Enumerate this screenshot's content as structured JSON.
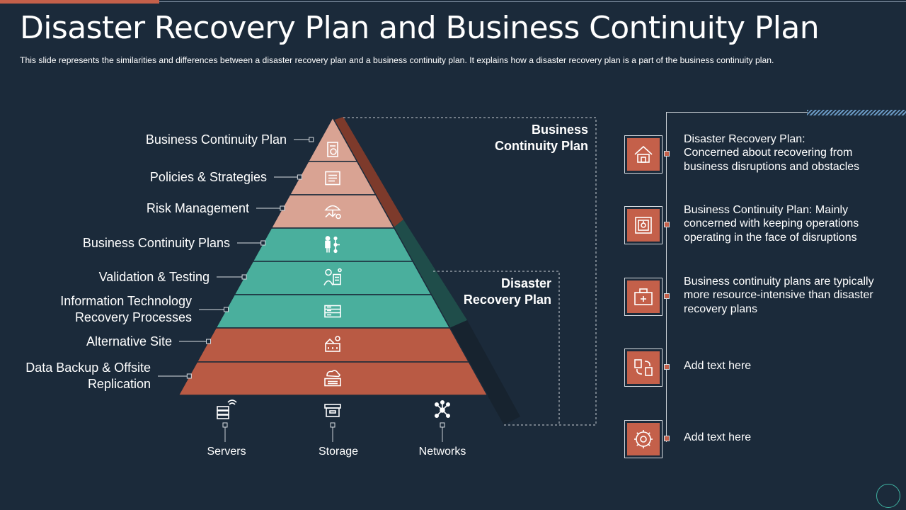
{
  "title": "Disaster Recovery Plan and Business Continuity Plan",
  "subtitle": "This slide represents the similarities and differences between a disaster recovery  plan and a business continuity plan. It explains how a disaster recovery  plan is a part of the business continuity plan.",
  "colors": {
    "background": "#1b2a3a",
    "top_tier": "#d9a393",
    "middle_tier": "#4aaf9d",
    "bottom_tier": "#b95a44",
    "accent": "#c4604a",
    "teal": "#3fb3a2"
  },
  "pyramid": {
    "levels": [
      {
        "label": "Business Continuity Plan",
        "icon": "document-gear-icon",
        "group": "top"
      },
      {
        "label": "Policies & Strategies",
        "icon": "policy-document-icon",
        "group": "top"
      },
      {
        "label": "Risk Management",
        "icon": "umbrella-gear-icon",
        "group": "top"
      },
      {
        "label": "Business Continuity Plans",
        "icon": "person-flowchart-icon",
        "group": "middle"
      },
      {
        "label": "Validation & Testing",
        "icon": "person-checklist-icon",
        "group": "middle"
      },
      {
        "label": "Information Technology\nRecovery Processes",
        "icon": "server-rack-icon",
        "group": "middle"
      },
      {
        "label": "Alternative Site",
        "icon": "building-gear-icon",
        "group": "bottom"
      },
      {
        "label": "Data Backup & Offsite\nReplication",
        "icon": "cloud-server-icon",
        "group": "bottom"
      }
    ],
    "base_items": [
      {
        "label": "Servers",
        "icon": "server-wifi-icon"
      },
      {
        "label": "Storage",
        "icon": "storage-box-icon"
      },
      {
        "label": "Networks",
        "icon": "network-nodes-icon"
      }
    ]
  },
  "regions": {
    "bcp_label": "Business\nContinuity Plan",
    "drp_label": "Disaster\nRecovery Plan"
  },
  "cards": [
    {
      "text": "Disaster Recovery Plan:\nConcerned about recovering from\nbusiness disruptions and obstacles",
      "icon": "house-recovery-icon"
    },
    {
      "text": "Business Continuity Plan: Mainly\nconcerned with keeping operations\noperating in the face of disruptions",
      "icon": "safe-document-icon"
    },
    {
      "text": "Business continuity plans are typically\nmore resource-intensive than disaster\nrecovery plans",
      "icon": "first-aid-kit-icon"
    },
    {
      "text": "Add text here",
      "icon": "data-transfer-icon"
    },
    {
      "text": "Add text here",
      "icon": "handshake-gear-icon"
    }
  ]
}
